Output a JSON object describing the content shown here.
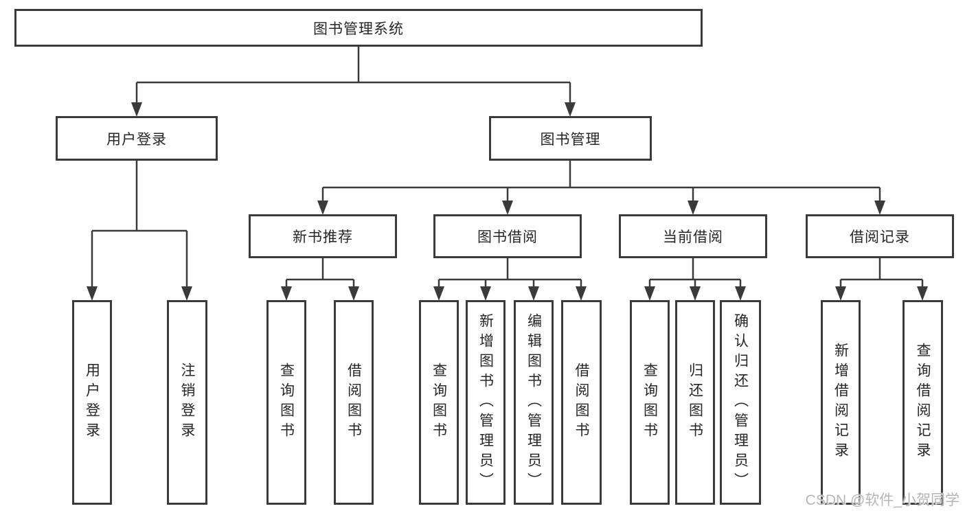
{
  "diagram_title": "图书管理系统",
  "colors": {
    "line": "#3a3a3a",
    "text": "#262626",
    "box_background": "#ffffff",
    "watermark": "#b5b5b5"
  },
  "tree": {
    "root": {
      "label": "图书管理系统",
      "children": [
        {
          "label": "用户登录",
          "children": [
            {
              "label": "用户登录"
            },
            {
              "label": "注销登录"
            }
          ]
        },
        {
          "label": "图书管理",
          "children": [
            {
              "label": "新书推荐",
              "children": [
                {
                  "label": "查询图书"
                },
                {
                  "label": "借阅图书"
                }
              ]
            },
            {
              "label": "图书借阅",
              "children": [
                {
                  "label": "查询图书"
                },
                {
                  "label": "新增图书（管理员）"
                },
                {
                  "label": "编辑图书（管理员）"
                },
                {
                  "label": "借阅图书"
                }
              ]
            },
            {
              "label": "当前借阅",
              "children": [
                {
                  "label": "查询图书"
                },
                {
                  "label": "归还图书"
                },
                {
                  "label": "确认归还（管理员）"
                }
              ]
            },
            {
              "label": "借阅记录",
              "children": [
                {
                  "label": "新增借阅记录"
                },
                {
                  "label": "查询借阅记录"
                }
              ]
            }
          ]
        }
      ]
    }
  },
  "watermark": {
    "text": "CSDN @软件_小贺同学"
  }
}
